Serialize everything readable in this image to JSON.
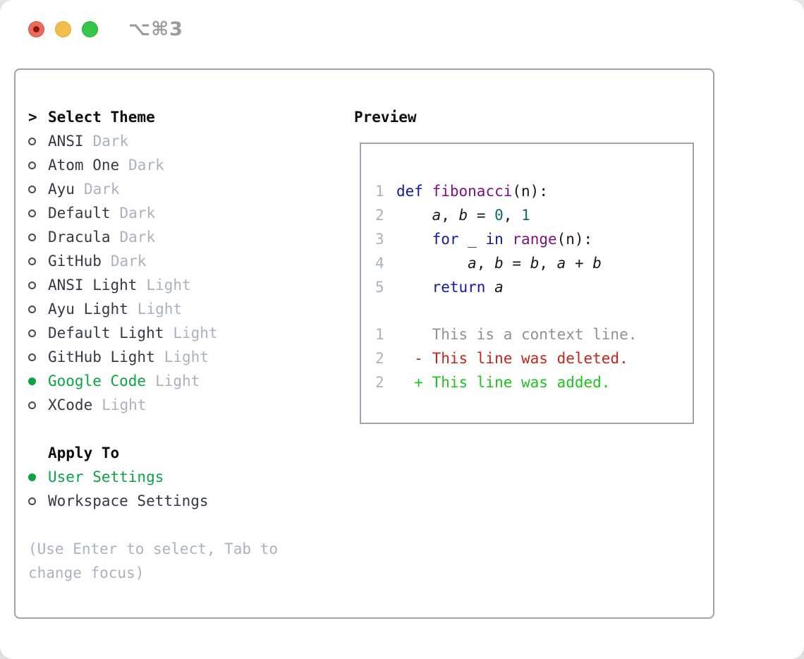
{
  "window": {
    "title": "⌥⌘3",
    "traffic_lights": [
      {
        "name": "close",
        "color": "#ee6a5f",
        "has_dot": true
      },
      {
        "name": "minimize",
        "color": "#f5bd4b",
        "has_dot": false
      },
      {
        "name": "zoom",
        "color": "#34c748",
        "has_dot": false
      }
    ]
  },
  "theme_panel": {
    "header_prefix": ">",
    "header": "Select Theme",
    "items": [
      {
        "name": "ANSI",
        "variant": "Dark",
        "selected": false
      },
      {
        "name": "Atom One",
        "variant": "Dark",
        "selected": false
      },
      {
        "name": "Ayu",
        "variant": "Dark",
        "selected": false
      },
      {
        "name": "Default",
        "variant": "Dark",
        "selected": false
      },
      {
        "name": "Dracula",
        "variant": "Dark",
        "selected": false
      },
      {
        "name": "GitHub",
        "variant": "Dark",
        "selected": false
      },
      {
        "name": "ANSI Light",
        "variant": "Light",
        "selected": false
      },
      {
        "name": "Ayu Light",
        "variant": "Light",
        "selected": false
      },
      {
        "name": "Default Light",
        "variant": "Light",
        "selected": false
      },
      {
        "name": "GitHub Light",
        "variant": "Light",
        "selected": false
      },
      {
        "name": "Google Code",
        "variant": "Light",
        "selected": true
      },
      {
        "name": "XCode",
        "variant": "Light",
        "selected": false
      }
    ]
  },
  "apply_panel": {
    "header": "Apply To",
    "items": [
      {
        "name": "User Settings",
        "selected": true
      },
      {
        "name": "Workspace Settings",
        "selected": false
      }
    ]
  },
  "hint_lines": [
    "(Use Enter to select, Tab to",
    "change focus)"
  ],
  "preview": {
    "header": "Preview",
    "code_lines": [
      {
        "ln": "1",
        "tokens": [
          [
            "kw",
            "def"
          ],
          [
            "pl",
            " "
          ],
          [
            "fn",
            "fibonacci"
          ],
          [
            "pl",
            "(n):"
          ]
        ]
      },
      {
        "ln": "2",
        "tokens": [
          [
            "pl",
            "    "
          ],
          [
            "var",
            "a"
          ],
          [
            "pl",
            ", "
          ],
          [
            "var",
            "b"
          ],
          [
            "pl",
            " = "
          ],
          [
            "lit",
            "0"
          ],
          [
            "pl",
            ", "
          ],
          [
            "lit",
            "1"
          ]
        ]
      },
      {
        "ln": "3",
        "tokens": [
          [
            "pl",
            "    "
          ],
          [
            "kw",
            "for"
          ],
          [
            "pl",
            " _ "
          ],
          [
            "kw",
            "in"
          ],
          [
            "pl",
            " "
          ],
          [
            "fn",
            "range"
          ],
          [
            "pl",
            "(n):"
          ]
        ]
      },
      {
        "ln": "4",
        "tokens": [
          [
            "pl",
            "        "
          ],
          [
            "var",
            "a"
          ],
          [
            "pl",
            ", "
          ],
          [
            "var",
            "b"
          ],
          [
            "pl",
            " = "
          ],
          [
            "var",
            "b"
          ],
          [
            "pl",
            ", "
          ],
          [
            "var",
            "a"
          ],
          [
            "pl",
            " + "
          ],
          [
            "var",
            "b"
          ]
        ]
      },
      {
        "ln": "5",
        "tokens": [
          [
            "pl",
            "    "
          ],
          [
            "kw",
            "return"
          ],
          [
            "pl",
            " "
          ],
          [
            "var",
            "a"
          ]
        ]
      }
    ],
    "diff_lines": [
      {
        "ln": "1",
        "kind": "context",
        "text": "    This is a context line."
      },
      {
        "ln": "2",
        "kind": "deleted",
        "text": "  - This line was deleted."
      },
      {
        "ln": "2",
        "kind": "added",
        "text": "  + This line was added."
      }
    ]
  },
  "colors": {
    "accent_green": "#0ba444",
    "panel_border": "#9aa3ae",
    "muted_gray": "#a9b2bf",
    "item_text": "#343a43",
    "code_keyword": "#131a9d",
    "code_function": "#7d0f7d",
    "code_literal": "#0c6b6b",
    "diff_context": "#8e9092",
    "diff_deleted": "#c3261b",
    "diff_added": "#1ec41e"
  }
}
